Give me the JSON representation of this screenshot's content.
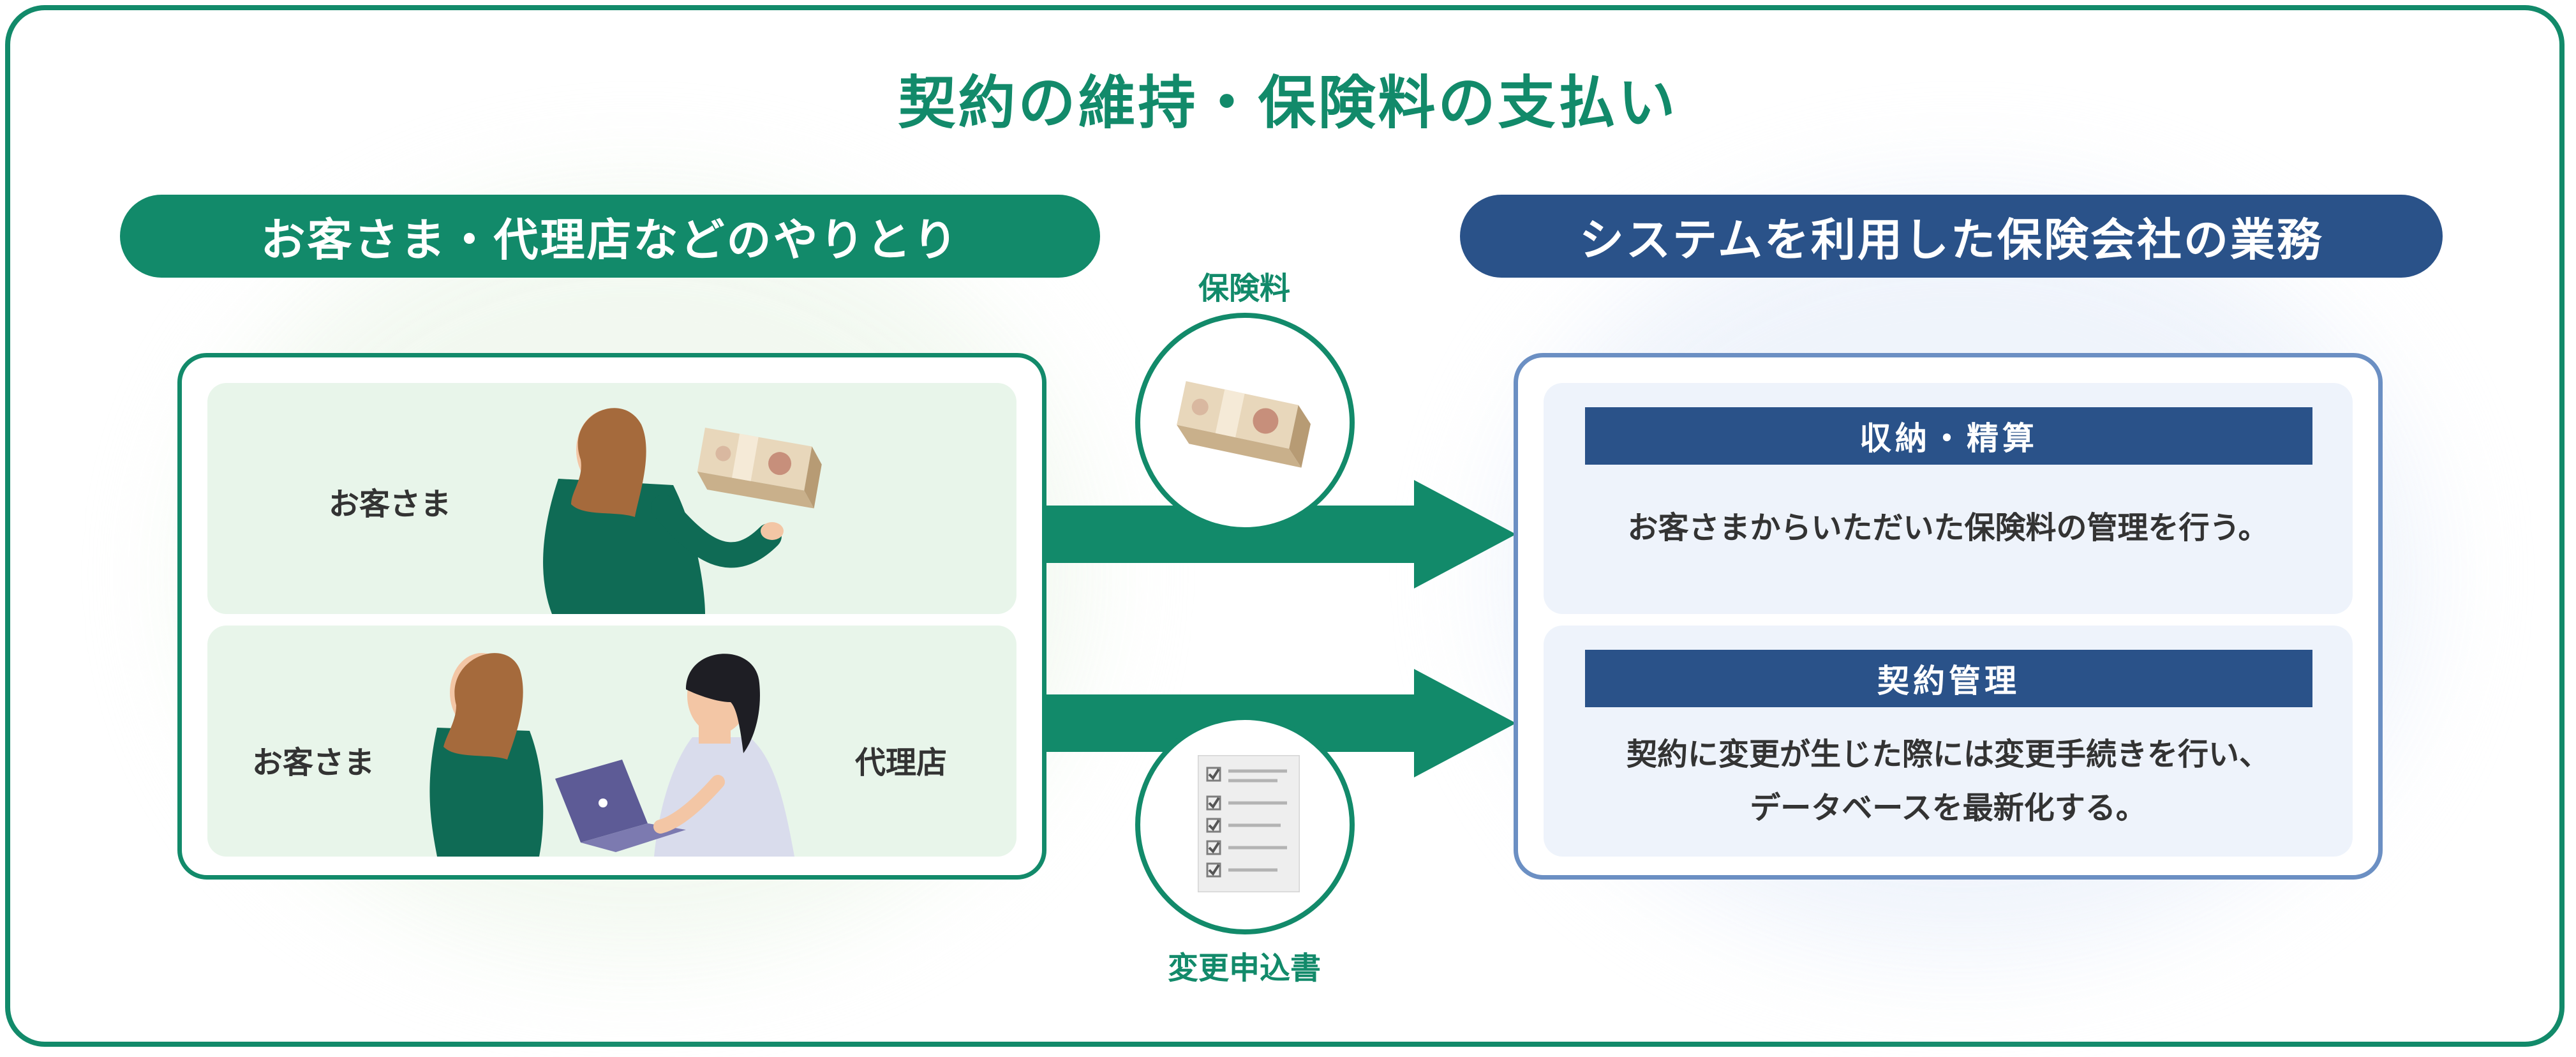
{
  "title": "契約の維持・保険料の支払い",
  "left_header": "お客さま・代理店などのやりとり",
  "right_header": "システムを利用した保険会社の業務",
  "left_panel": {
    "row1": {
      "customer_label": "お客さま"
    },
    "row2": {
      "customer_label": "お客さま",
      "agent_label": "代理店"
    }
  },
  "flows": {
    "top_label": "保険料",
    "top_icon": "cash-bundle-icon",
    "bottom_label": "変更申込書",
    "bottom_icon": "checklist-form-icon"
  },
  "right_panel": {
    "block1": {
      "heading": "収納・精算",
      "text": "お客さまからいただいた保険料の管理を行う。"
    },
    "block2": {
      "heading": "契約管理",
      "text": "契約に変更が生じた際には変更手続きを行い、\nデータベースを最新化する。"
    }
  },
  "colors": {
    "green": "#128a6a",
    "navy": "#2a5289",
    "light_green": "#e8f5ea",
    "light_blue": "#eef3fb",
    "panel_blue_border": "#6b8fc3"
  }
}
